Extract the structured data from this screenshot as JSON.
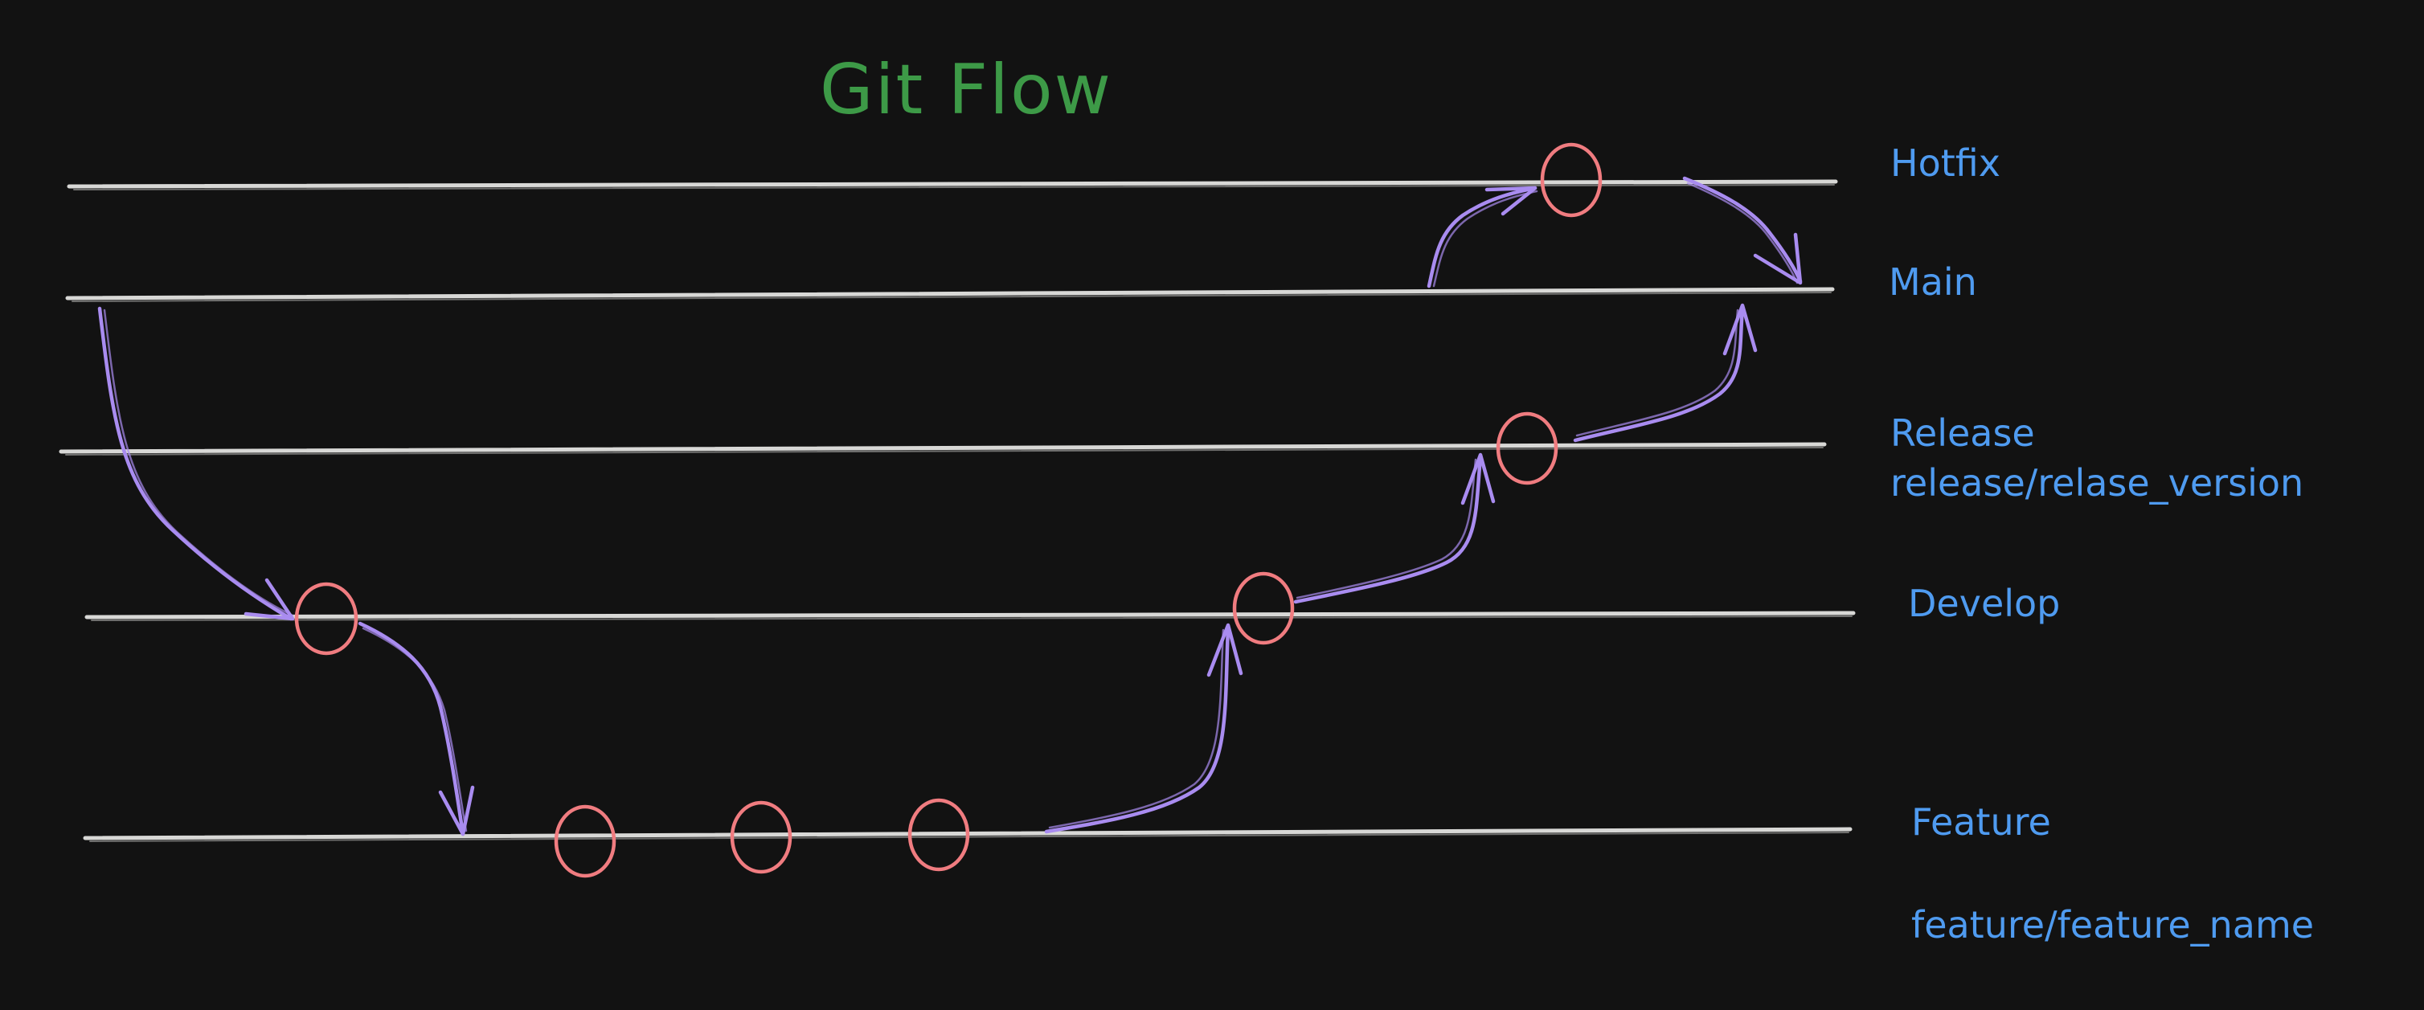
{
  "title": "Git Flow",
  "branches": {
    "hotfix": "Hotfix",
    "main": "Main",
    "release": "Release",
    "release_pattern": "release/relase_version",
    "develop": "Develop",
    "feature": "Feature",
    "feature_pattern": "feature/feature_name"
  },
  "colors": {
    "background": "#121212",
    "branch_line": "#d8d8d6",
    "commit": "#f07c80",
    "arrow": "#a98cf0",
    "title": "#3d9a47",
    "label": "#4f9bf0"
  }
}
